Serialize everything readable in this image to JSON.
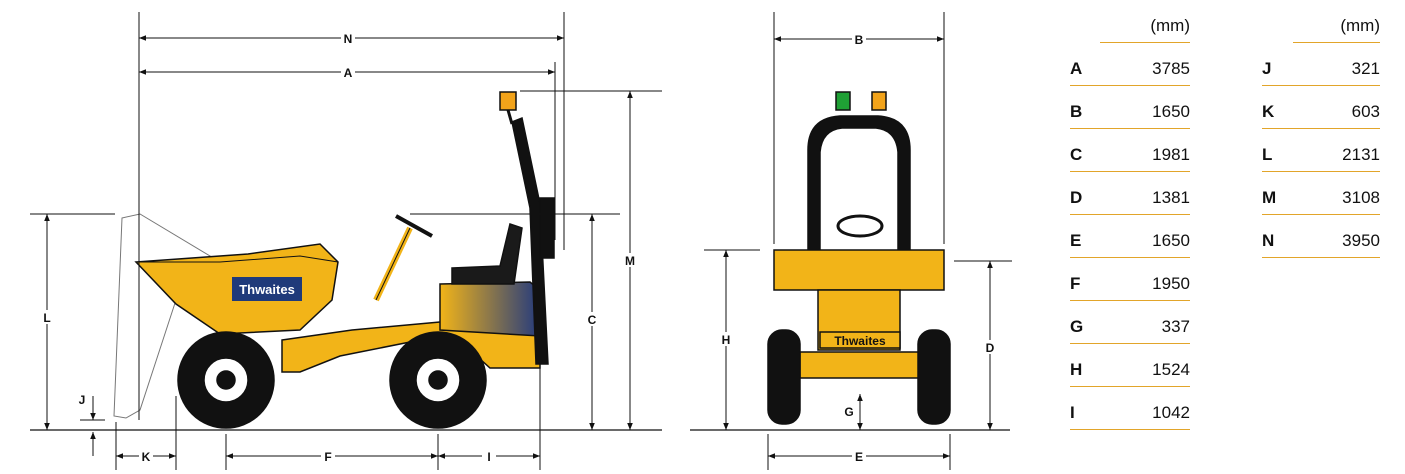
{
  "brand": {
    "logo_text": "Thwaites",
    "colors": {
      "body": "#f2b418",
      "outline": "#111111",
      "logo_bg": "#1f3a7a",
      "beacon_amber": "#f2a31a",
      "beacon_green": "#1fa035",
      "rule": "#e2a52a"
    }
  },
  "diagram": {
    "side_labels": [
      "N",
      "A",
      "L",
      "J",
      "K",
      "F",
      "I",
      "C",
      "M"
    ],
    "front_labels": [
      "B",
      "H",
      "D",
      "G",
      "E"
    ]
  },
  "table": {
    "unit_header": "(mm)",
    "left": [
      {
        "key": "A",
        "value": "3785"
      },
      {
        "key": "B",
        "value": "1650"
      },
      {
        "key": "C",
        "value": "1981"
      },
      {
        "key": "D",
        "value": "1381"
      },
      {
        "key": "E",
        "value": "1650"
      },
      {
        "key": "F",
        "value": "1950"
      },
      {
        "key": "G",
        "value": "337"
      },
      {
        "key": "H",
        "value": "1524"
      },
      {
        "key": "I",
        "value": "1042"
      }
    ],
    "right": [
      {
        "key": "J",
        "value": "321"
      },
      {
        "key": "K",
        "value": "603"
      },
      {
        "key": "L",
        "value": "2131"
      },
      {
        "key": "M",
        "value": "3108"
      },
      {
        "key": "N",
        "value": "3950"
      }
    ]
  }
}
